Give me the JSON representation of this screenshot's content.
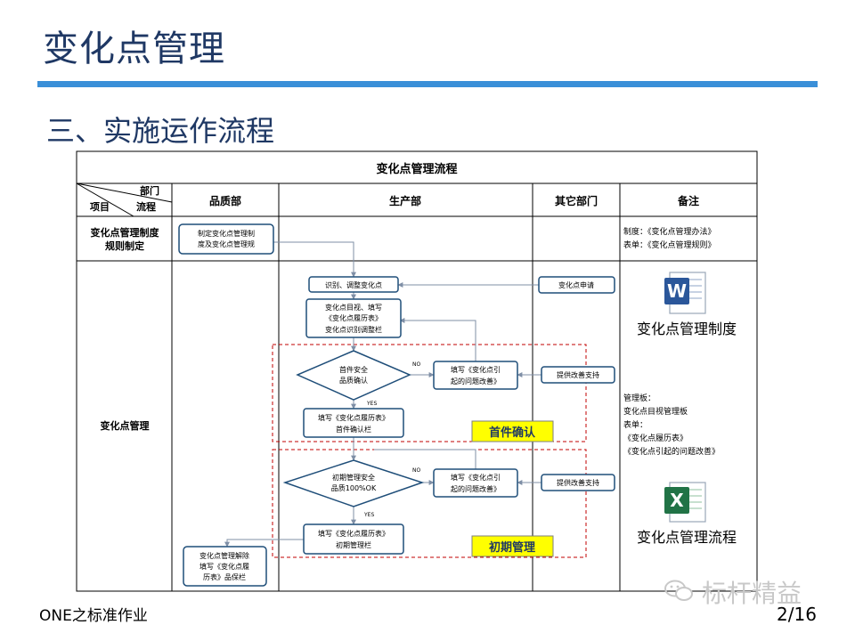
{
  "slide": {
    "title": "变化点管理",
    "subtitle": "三、实施运作流程",
    "footer_left": "ONE之标准作业",
    "page_number": "2/16",
    "watermark": "标杆精益"
  },
  "table": {
    "title": "变化点管理流程",
    "corner_top": "部门",
    "corner_left": "项目",
    "corner_right": "流程",
    "headers": [
      "品质部",
      "生产部",
      "其它部门",
      "备注"
    ],
    "row1_label_line1": "变化点管理制度",
    "row1_label_line2": "规则制定",
    "row2_label": "变化点管理"
  },
  "nodes": {
    "define_rules_l1": "制定变化点管理制",
    "define_rules_l2": "度及变化点管理规",
    "identify": "识别、调整变化点",
    "apply": "变化点申请",
    "visual_l1": "变化点目视、填写",
    "visual_l2": "《变化点履历表》",
    "visual_l3": "变化点识别调整栏",
    "first_check_l1": "首件安全",
    "first_check_l2": "品质确认",
    "fill_issue1_l1": "填写《变化点引",
    "fill_issue1_l2": "起的问题改善》",
    "support1": "提供改善支持",
    "fill_first_l1": "填写《变化点履历表》",
    "fill_first_l2": "首件确认栏",
    "early_check_l1": "初期管理安全",
    "early_check_l2": "品质100%OK",
    "fill_issue2_l1": "填写《变化点引",
    "fill_issue2_l2": "起的问题改善》",
    "support2": "提供改善支持",
    "fill_early_l1": "填写《变化点履历表》",
    "fill_early_l2": "初期管理栏",
    "release_l1": "变化点管理解除",
    "release_l2": "填写《变化点履",
    "release_l3": "历表》品保栏",
    "no1": "NO",
    "yes1": "YES",
    "no2": "NO",
    "yes2": "YES",
    "zone1_label": "首件确认",
    "zone2_label": "初期管理"
  },
  "remarks": {
    "row1_l1": "制度：《变化点管理办法》",
    "row1_l2": "表单：《变化点管理规则》",
    "doc1_caption": "变化点管理制度",
    "board_l1": "管理板：",
    "board_l2": "变化点目视管理板",
    "board_l3": "表单：",
    "board_l4": "《变化点履历表》",
    "board_l5": "《变化点引起的问题改善》",
    "doc2_caption": "变化点管理流程",
    "word_icon_letter": "W",
    "excel_icon_letter": "X"
  },
  "colors": {
    "title_color": "#1f3864",
    "accent_bar": "#3a8fd8",
    "box_border": "#1f4e79",
    "zone_dash": "#c00000",
    "zone_label_bg": "#ffff00",
    "word_blue": "#2b579a",
    "excel_green": "#217346"
  }
}
